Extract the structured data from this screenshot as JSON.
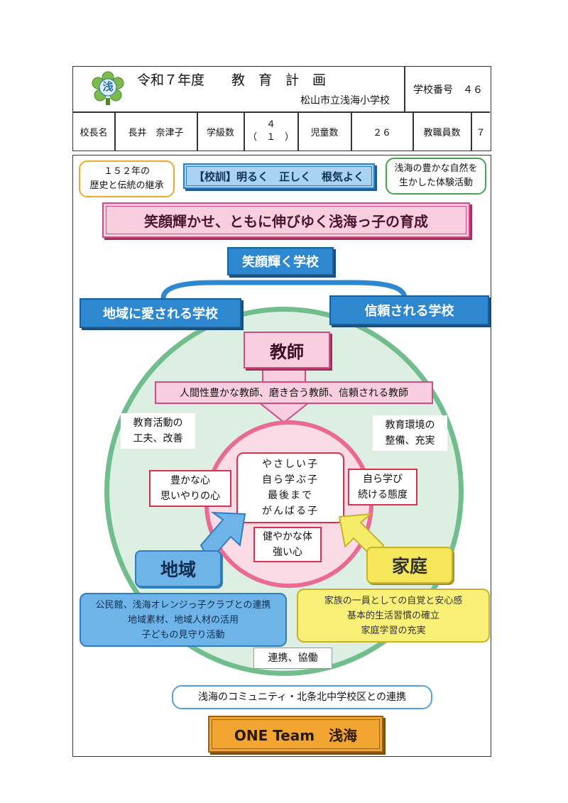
{
  "header": {
    "title": "令和７年度　　教　育　計　画",
    "school": "松山市立浅海小学校",
    "school_number_label": "学校番号　４６",
    "principal_label": "校長名",
    "principal_name": "長井　奈津子",
    "classes_label": "学級数",
    "classes_value": "４",
    "classes_sub": "（　１　）",
    "students_label": "児童数",
    "students_value": "２６",
    "staff_label": "教職員数",
    "staff_value": "７",
    "logo_char": "浅"
  },
  "plan": {
    "history": [
      "１５２年の",
      "歴史と伝統の継承"
    ],
    "motto": "【校訓】明るく　正しく　根気よく",
    "nature": [
      "浅海の豊かな自然を",
      "生かした体験活動"
    ],
    "goal": "笑顔輝かせ、ともに伸びゆく浅海っ子の育成",
    "school_vision": "笑顔輝く学校",
    "loved": "地域に愛される学校",
    "trusted": "信頼される学校",
    "teacher": "教師",
    "teacher_desc": "人間性豊かな教師、磨き合う教師、信頼される教師",
    "edu_activity": [
      "教育活動の",
      "工夫、改善"
    ],
    "edu_env": [
      "教育環境の",
      "整備、充実"
    ],
    "child_ideals": [
      "やさしい子",
      "自ら学ぶ子",
      "最後まで",
      "がんばる子"
    ],
    "heart": [
      "豊かな心",
      "思いやりの心"
    ],
    "learning": [
      "自ら学び",
      "続ける態度"
    ],
    "body": [
      "健やかな体",
      "強い心"
    ],
    "community": "地域",
    "family": "家庭",
    "community_desc": [
      "公民館、浅海オレンジっ子クラブとの連携",
      "地域素材、地域人材の活用",
      "子どもの見守り活動"
    ],
    "family_desc": [
      "家族の一員としての自覚と安心感",
      "基本的生活習慣の確立",
      "家庭学習の充実"
    ],
    "cooperation": "連携、協働",
    "district": "浅海のコミュニティ・北条北中学校区との連携",
    "one_team": "ONE Team　浅海"
  }
}
